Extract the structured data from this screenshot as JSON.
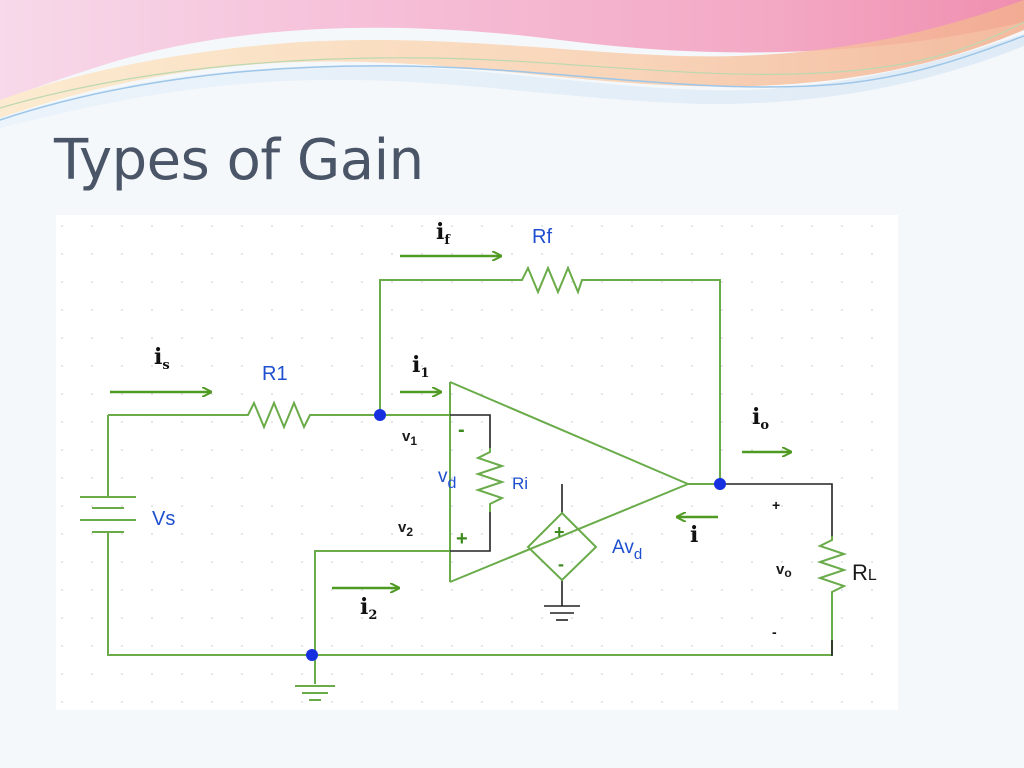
{
  "slide": {
    "title": "Types of Gain"
  },
  "circuit": {
    "currents": {
      "i_f": {
        "main": "i",
        "sub": "f"
      },
      "i_s": {
        "main": "i",
        "sub": "s"
      },
      "i_1": {
        "main": "i",
        "sub": "1"
      },
      "i_2": {
        "main": "i",
        "sub": "2"
      },
      "i_o": {
        "main": "i",
        "sub": "o"
      },
      "i": {
        "main": "i"
      }
    },
    "components": {
      "rf": "Rf",
      "r1": "R1",
      "vs": "Vs",
      "ri": "Ri",
      "rl_main": "R",
      "rl_sub": "L"
    },
    "voltages": {
      "v1_main": "v",
      "v1_sub": "1",
      "v2_main": "v",
      "v2_sub": "2",
      "vd_main": "v",
      "vd_sub": "d",
      "vo_main": "v",
      "vo_sub": "o",
      "avd_main": "Av",
      "avd_sub": "d"
    },
    "signs": {
      "input_minus": "-",
      "input_plus": "+",
      "source_plus": "+",
      "source_minus": "-",
      "out_plus": "+",
      "out_minus": "-"
    }
  },
  "colors": {
    "wire": "#6aab4a",
    "arrow": "#4e9a22",
    "label_blue": "#1e4fcf",
    "node": "#1630e0",
    "title": "#4a5568"
  }
}
